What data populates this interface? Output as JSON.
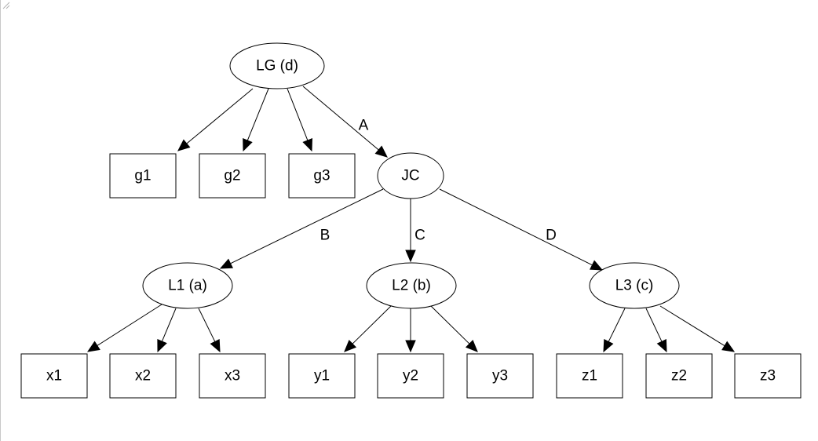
{
  "diagram": {
    "nodes": [
      {
        "id": "LG",
        "label": "LG (d)",
        "shape": "ellipse"
      },
      {
        "id": "g1",
        "label": "g1",
        "shape": "box"
      },
      {
        "id": "g2",
        "label": "g2",
        "shape": "box"
      },
      {
        "id": "g3",
        "label": "g3",
        "shape": "box"
      },
      {
        "id": "JC",
        "label": "JC",
        "shape": "ellipse"
      },
      {
        "id": "L1",
        "label": "L1 (a)",
        "shape": "ellipse"
      },
      {
        "id": "L2",
        "label": "L2 (b)",
        "shape": "ellipse"
      },
      {
        "id": "L3",
        "label": "L3 (c)",
        "shape": "ellipse"
      },
      {
        "id": "x1",
        "label": "x1",
        "shape": "box"
      },
      {
        "id": "x2",
        "label": "x2",
        "shape": "box"
      },
      {
        "id": "x3",
        "label": "x3",
        "shape": "box"
      },
      {
        "id": "y1",
        "label": "y1",
        "shape": "box"
      },
      {
        "id": "y2",
        "label": "y2",
        "shape": "box"
      },
      {
        "id": "y3",
        "label": "y3",
        "shape": "box"
      },
      {
        "id": "z1",
        "label": "z1",
        "shape": "box"
      },
      {
        "id": "z2",
        "label": "z2",
        "shape": "box"
      },
      {
        "id": "z3",
        "label": "z3",
        "shape": "box"
      }
    ],
    "edges": [
      {
        "from": "LG",
        "to": "g1",
        "label": ""
      },
      {
        "from": "LG",
        "to": "g2",
        "label": ""
      },
      {
        "from": "LG",
        "to": "g3",
        "label": ""
      },
      {
        "from": "LG",
        "to": "JC",
        "label": "A"
      },
      {
        "from": "JC",
        "to": "L1",
        "label": "B"
      },
      {
        "from": "JC",
        "to": "L2",
        "label": "C"
      },
      {
        "from": "JC",
        "to": "L3",
        "label": "D"
      },
      {
        "from": "L1",
        "to": "x1",
        "label": ""
      },
      {
        "from": "L1",
        "to": "x2",
        "label": ""
      },
      {
        "from": "L1",
        "to": "x3",
        "label": ""
      },
      {
        "from": "L2",
        "to": "y1",
        "label": ""
      },
      {
        "from": "L2",
        "to": "y2",
        "label": ""
      },
      {
        "from": "L2",
        "to": "y3",
        "label": ""
      },
      {
        "from": "L3",
        "to": "z1",
        "label": ""
      },
      {
        "from": "L3",
        "to": "z2",
        "label": ""
      },
      {
        "from": "L3",
        "to": "z3",
        "label": ""
      }
    ]
  },
  "colors": {
    "stroke": "#000000",
    "fill": "#ffffff",
    "frame": "#c8c8c8"
  },
  "icons": {
    "resize_grip": "resize-grip-icon"
  }
}
